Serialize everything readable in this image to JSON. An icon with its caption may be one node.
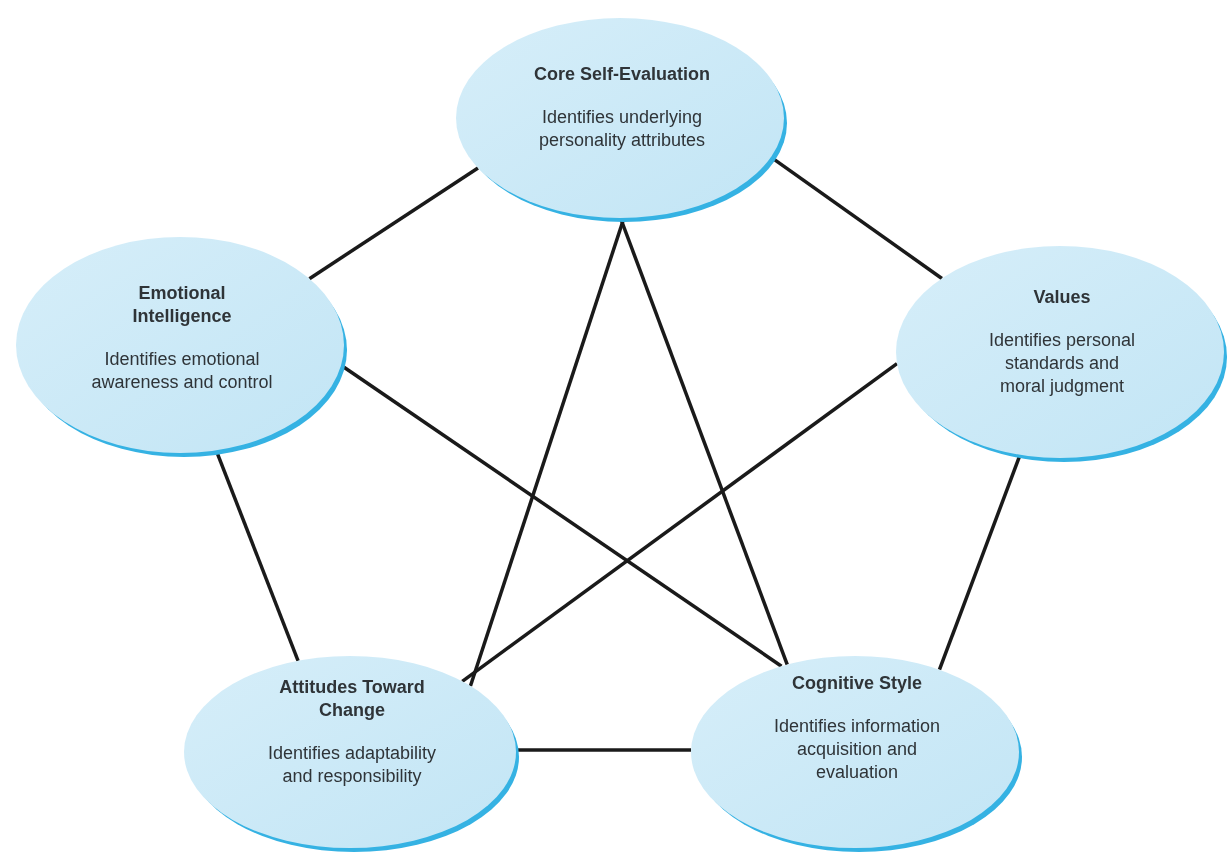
{
  "diagram": {
    "nodes": [
      {
        "text": [
          "Core Self-Evaluation",
          "Identifies underlying personality attributes"
        ]
      },
      {
        "text": [
          "Emotional Intelligence",
          "Identifies emotional awareness and control"
        ]
      },
      {
        "text": [
          "Values",
          "Identifies personal standards and moral judgment"
        ]
      },
      {
        "text": [
          "Attitudes Toward Change",
          "Identifies adaptability and responsibility"
        ]
      },
      {
        "text": [
          "Cognitive Style",
          "Identifies information acquisition and evaluation"
        ]
      }
    ],
    "edges": [
      {
        "from": 0,
        "to": 1,
        "arrow": "none"
      },
      {
        "from": 0,
        "to": 2,
        "arrow": "none"
      },
      {
        "from": 0,
        "to": 3,
        "arrow": "none"
      },
      {
        "from": 0,
        "to": 4,
        "arrow": "none"
      },
      {
        "from": 1,
        "to": 4,
        "arrow": "none"
      },
      {
        "from": 1,
        "to": 3,
        "arrow": "none"
      },
      {
        "from": 2,
        "to": 3,
        "arrow": "none"
      },
      {
        "from": 2,
        "to": 4,
        "arrow": "none"
      },
      {
        "from": 3,
        "to": 4,
        "arrow": "none"
      }
    ]
  }
}
